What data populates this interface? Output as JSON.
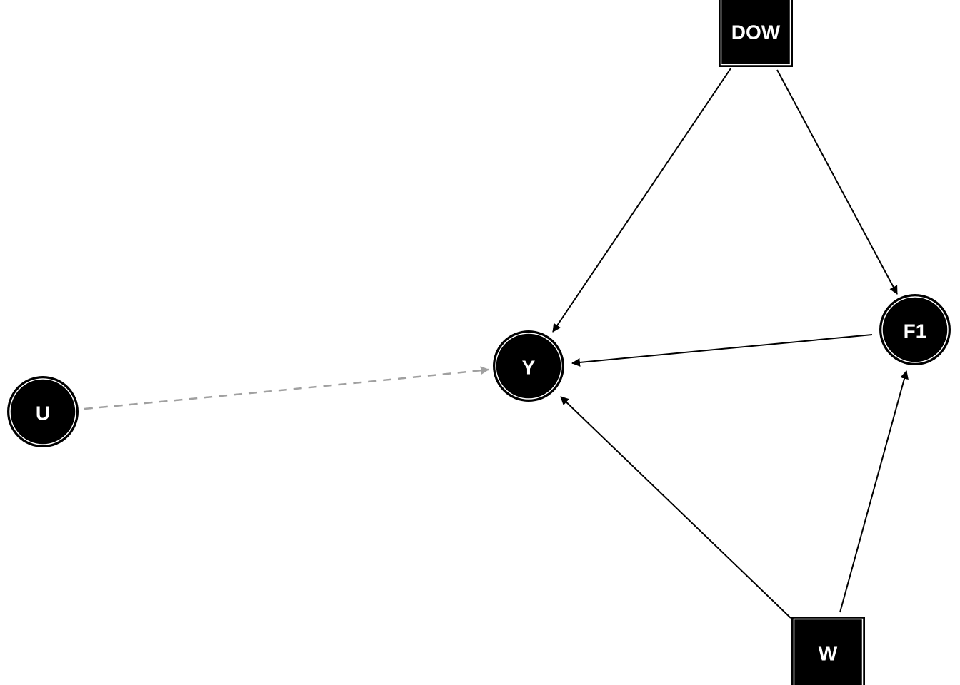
{
  "diagram": {
    "type": "directed-acyclic-graph",
    "background_color": "#ffffff",
    "node_fill_color": "#000000",
    "node_text_color": "#ffffff",
    "edge_color": "#000000",
    "latent_edge_color": "#a0a0a0",
    "nodes": [
      {
        "id": "DOW",
        "label": "DOW",
        "shape": "square"
      },
      {
        "id": "F1",
        "label": "F1",
        "shape": "circle"
      },
      {
        "id": "Y",
        "label": "Y",
        "shape": "circle"
      },
      {
        "id": "U",
        "label": "U",
        "shape": "circle"
      },
      {
        "id": "W",
        "label": "W",
        "shape": "square"
      }
    ],
    "edges": [
      {
        "from": "DOW",
        "to": "Y",
        "style": "solid"
      },
      {
        "from": "DOW",
        "to": "F1",
        "style": "solid"
      },
      {
        "from": "F1",
        "to": "Y",
        "style": "solid"
      },
      {
        "from": "W",
        "to": "Y",
        "style": "solid"
      },
      {
        "from": "W",
        "to": "F1",
        "style": "solid"
      },
      {
        "from": "U",
        "to": "Y",
        "style": "dashed"
      }
    ]
  }
}
